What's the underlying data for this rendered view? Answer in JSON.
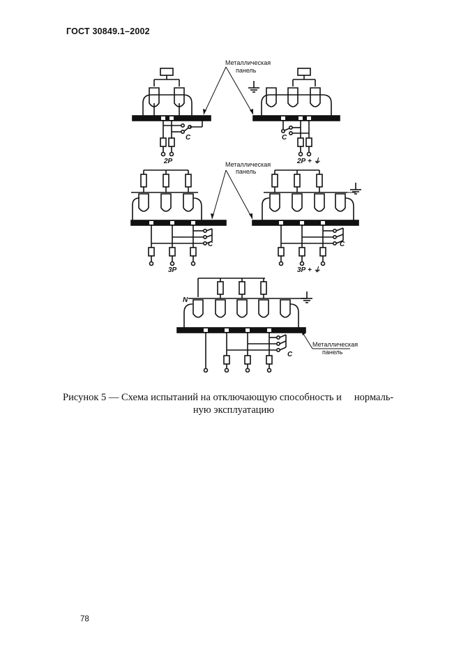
{
  "header": {
    "title": "ГОСТ 30849.1–2002"
  },
  "figure": {
    "labels": {
      "metal_panel_1": "Металлическая",
      "metal_panel_2": "панель",
      "c": "С",
      "p2": "2Р",
      "p2g": "2Р + ⏚",
      "p3": "3Р",
      "p3g": "3Р + ⏚",
      "n": "N"
    }
  },
  "caption": {
    "line1_a": "Рисунок 5 — Схема испытаний на отключающую способность и",
    "line1_b": "нормаль-",
    "line2": "ную эксплуатацию"
  },
  "footer": {
    "page_number": "78"
  }
}
